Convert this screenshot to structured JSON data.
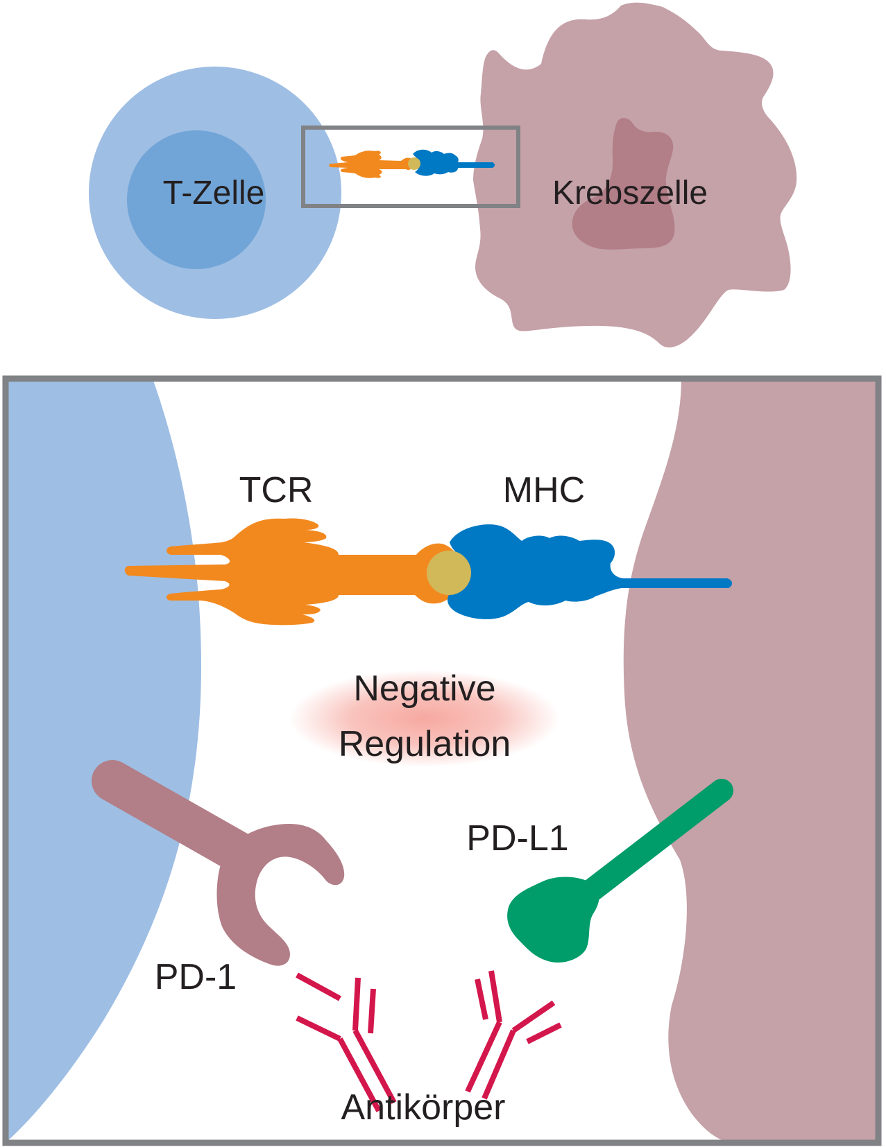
{
  "labels": {
    "t_cell": "T-Zelle",
    "cancer_cell": "Krebszelle",
    "tcr": "TCR",
    "mhc": "MHC",
    "negative_regulation_line1": "Negative",
    "negative_regulation_line2": "Regulation",
    "pd1": "PD-1",
    "pdl1": "PD-L1",
    "antibody": "Antikörper"
  },
  "colors": {
    "t_cell_outer": "#9ebee4",
    "t_cell_inner": "#72a5d7",
    "cancer_cell": "#c5a1a8",
    "cancer_nucleus": "#b27e87",
    "tcr": "#f2891f",
    "mhc": "#0079c4",
    "peptide": "#d1b95a",
    "pd1": "#b27e87",
    "pdl1": "#009c69",
    "antibody": "#d3174c",
    "frame": "#808285",
    "glow": "#f6a49b",
    "text": "#231f20"
  }
}
